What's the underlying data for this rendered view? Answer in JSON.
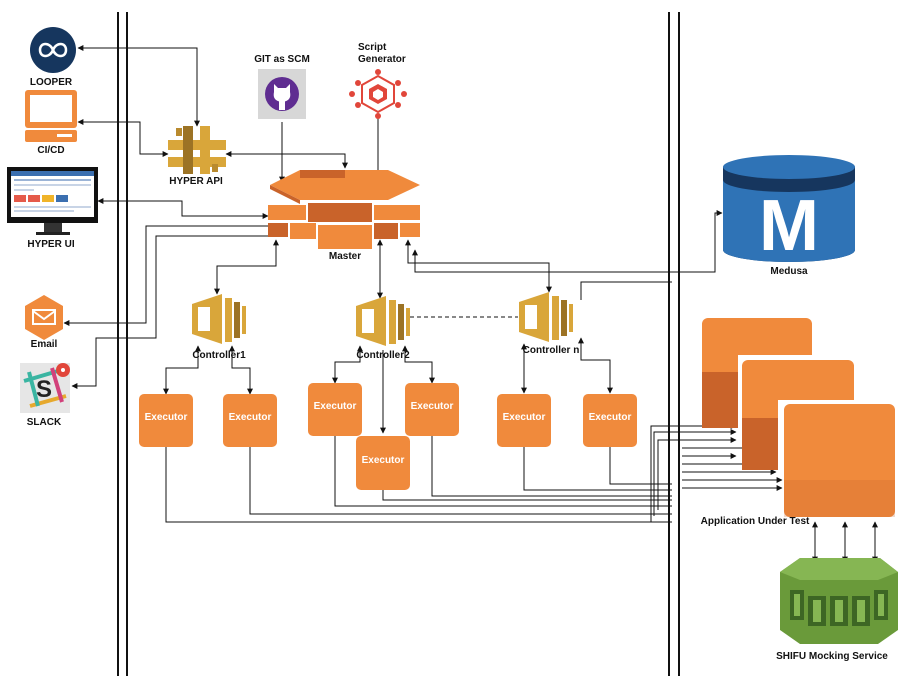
{
  "nodes": {
    "looper": "LOOPER",
    "cicd": "CI/CD",
    "hyper_ui": "HYPER UI",
    "email": "Email",
    "slack": "SLACK",
    "hyper_api": "HYPER API",
    "git": "GIT as SCM",
    "script_generator_line1": "Script",
    "script_generator_line2": "Generator",
    "master": "Master",
    "medusa": "Medusa",
    "controller1": "Controller1",
    "controller2": "Controller2",
    "controller_n": "Controller n",
    "executor": "Executor",
    "aut": "Application Under Test",
    "shifu": "SHIFU Mocking Service"
  },
  "icons": {
    "medusa_letter": "M",
    "slack_letter": "S"
  },
  "colors": {
    "orange": "#f08a3c",
    "orange_dark": "#c9632a",
    "gold": "#d9a63a",
    "gold_dark": "#9c7325",
    "blue_dark": "#16365e",
    "blue": "#2f73b6",
    "green": "#6a9a3a",
    "green_dark": "#3d6624",
    "git_bg": "#d7d7d7",
    "git_purple": "#5f2d91",
    "red": "#e1463a"
  }
}
